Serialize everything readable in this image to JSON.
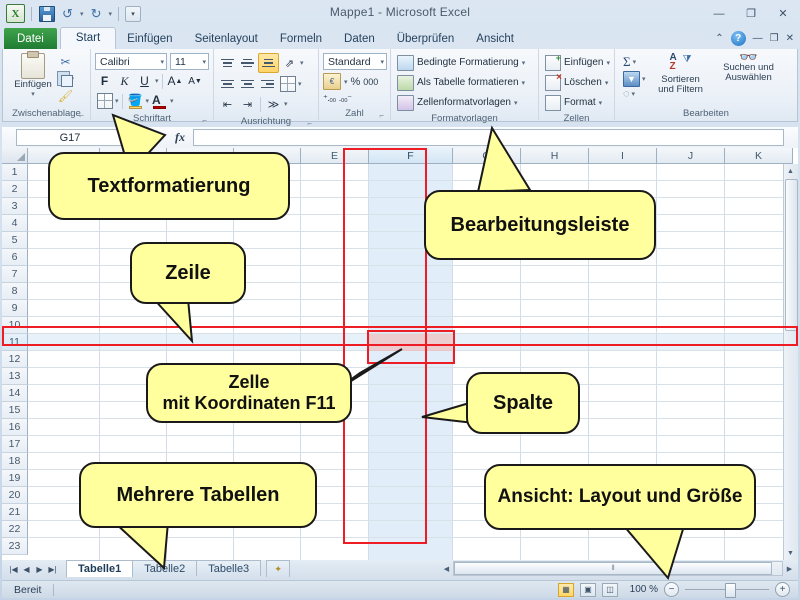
{
  "window": {
    "title": "Mappe1  -  Microsoft Excel",
    "minimize": "—",
    "restore": "❐",
    "close": "✕"
  },
  "quick_access": {
    "logo": "excel-logo",
    "save": "save-icon",
    "undo": "↰",
    "redo": "↱",
    "more": "▾"
  },
  "ribbon": {
    "tabs": [
      {
        "label": "Datei",
        "active": false,
        "file": true
      },
      {
        "label": "Start",
        "active": true,
        "file": false
      },
      {
        "label": "Einfügen",
        "active": false,
        "file": false
      },
      {
        "label": "Seitenlayout",
        "active": false,
        "file": false
      },
      {
        "label": "Formeln",
        "active": false,
        "file": false
      },
      {
        "label": "Daten",
        "active": false,
        "file": false
      },
      {
        "label": "Überprüfen",
        "active": false,
        "file": false
      },
      {
        "label": "Ansicht",
        "active": false,
        "file": false
      }
    ],
    "help_icon": "?",
    "groups": {
      "clipboard": {
        "label": "Zwischenablage",
        "paste": "Einfügen",
        "cut": "✂",
        "copy": "copy-icon",
        "format_painter": "✎"
      },
      "font": {
        "label": "Schriftart",
        "font_name": "Calibri",
        "font_size": "11",
        "bold": "F",
        "italic": "K",
        "underline": "U",
        "grow": "A",
        "shrink": "A",
        "borders": "borders-icon",
        "fill_color": "fill-color-icon",
        "font_color": "A"
      },
      "alignment": {
        "label": "Ausrichtung",
        "align_top": "align-top-icon",
        "align_middle": "align-middle-icon",
        "align_bottom": "align-bottom-icon",
        "orientation": "orientation-icon",
        "align_left": "align-left-icon",
        "align_center": "align-center-icon",
        "align_right": "align-right-icon",
        "merge": "merge-cells-icon",
        "indent_dec": "⇤",
        "indent_inc": "⇥",
        "wrap": "wrap-text-icon"
      },
      "number": {
        "label": "Zahl",
        "format": "Standard",
        "currency": "currency-icon",
        "percent": "%",
        "thousands": "000",
        "inc_decimal": "dec-increase-icon",
        "dec_decimal": "dec-decrease-icon"
      },
      "styles": {
        "label": "Formatvorlagen",
        "items": [
          "Bedingte Formatierung",
          "Als Tabelle formatieren",
          "Zellenformatvorlagen"
        ]
      },
      "cells": {
        "label": "Zellen",
        "items": [
          "Einfügen",
          "Löschen",
          "Format"
        ]
      },
      "editing": {
        "label": "Bearbeiten",
        "autosum": "Σ",
        "fill": "fill-down-icon",
        "clear": "clear-icon",
        "sort_filter": "Sortieren\nund Filtern",
        "sort_filter_l1": "Sortieren",
        "sort_filter_l2": "und Filtern",
        "find_select_l1": "Suchen und",
        "find_select_l2": "Auswählen"
      }
    }
  },
  "formula_bar": {
    "name_box": "G17",
    "fx": "fx",
    "cancel": "✕",
    "accept": "✓",
    "input_value": ""
  },
  "grid": {
    "columns": [
      "",
      "",
      "",
      "",
      "E",
      "F",
      "G",
      "H",
      "I",
      "J",
      "K"
    ],
    "visible_columns": [
      "E",
      "F",
      "G",
      "H",
      "I",
      "J",
      "K"
    ],
    "selected_column": "F",
    "rows": [
      1,
      2,
      3,
      4,
      5,
      6,
      7,
      8,
      9,
      10,
      11,
      12,
      13,
      14,
      15,
      16,
      17,
      18,
      19,
      20,
      21,
      22,
      23
    ],
    "selected_row": 11,
    "selected_cell": "F11"
  },
  "sheet_tabs": {
    "nav_first": "|◀",
    "nav_prev": "◀",
    "nav_next": "▶",
    "nav_last": "▶|",
    "tabs": [
      {
        "label": "Tabelle1",
        "active": true
      },
      {
        "label": "Tabelle2",
        "active": false
      },
      {
        "label": "Tabelle3",
        "active": false
      }
    ],
    "new_sheet": "new-sheet-icon"
  },
  "status_bar": {
    "state": "Bereit",
    "view_normal": "normal-view-icon",
    "view_layout": "page-layout-icon",
    "view_break": "page-break-view-icon",
    "zoom_level": "100 %",
    "zoom_out": "−",
    "zoom_in": "+"
  },
  "annotations": [
    {
      "id": "textformatierung",
      "text": "Textformatierung"
    },
    {
      "id": "bearbeitungsleiste",
      "text": "Bearbeitungsleiste"
    },
    {
      "id": "zeile",
      "text": "Zeile"
    },
    {
      "id": "zelle",
      "line1": "Zelle",
      "line2": "mit Koordinaten F11"
    },
    {
      "id": "spalte",
      "text": "Spalte"
    },
    {
      "id": "mehrere-tabellen",
      "text": "Mehrere Tabellen"
    },
    {
      "id": "ansicht",
      "text": "Ansicht: Layout und Größe"
    }
  ],
  "colors": {
    "callout_fill": "#ffff9e",
    "callout_border": "#1a1a1a",
    "highlight_red": "#ee1c25",
    "selection_blue": "#dceaf7",
    "cell_highlight": "#efb9b9",
    "file_tab_green": "#1e7a32"
  }
}
